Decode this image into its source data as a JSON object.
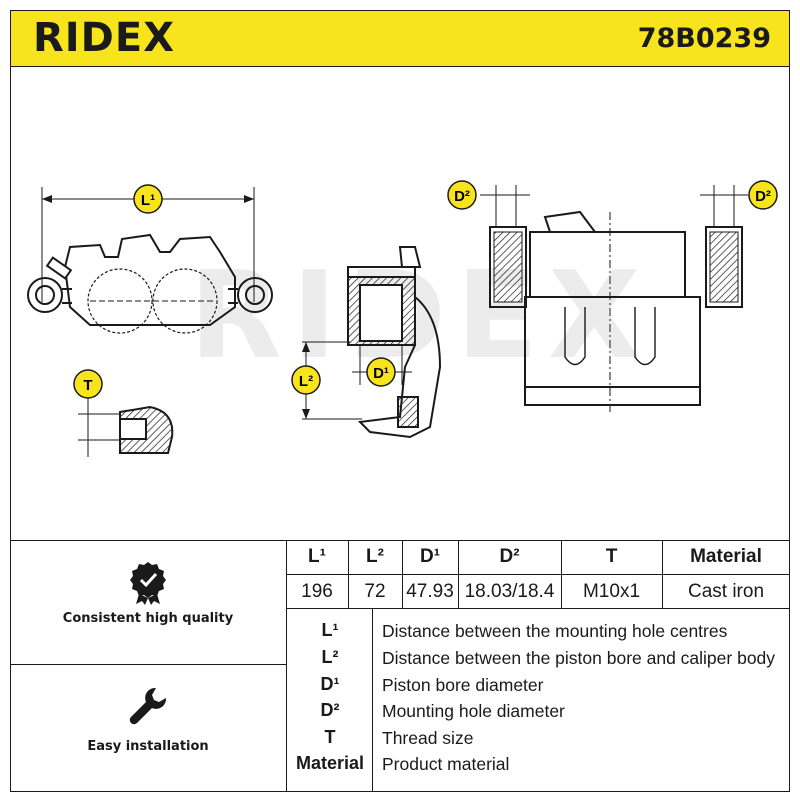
{
  "brand": {
    "name": "RIDEX",
    "part_number": "78B0239",
    "accent": "#f7e41c"
  },
  "diagram": {
    "label_L1": "L¹",
    "label_L2": "L²",
    "label_D1": "D¹",
    "label_D2_left": "D²",
    "label_D2_right": "D²",
    "label_T": "T",
    "watermark": "RIDEX"
  },
  "features": [
    {
      "icon": "quality-badge-icon",
      "label": "Consistent high quality"
    },
    {
      "icon": "wrench-icon",
      "label": "Easy installation"
    }
  ],
  "spec_table": {
    "headers": [
      "L¹",
      "L²",
      "D¹",
      "D²",
      "T",
      "Material"
    ],
    "values": [
      "196",
      "72",
      "47.93",
      "18.03/18.4",
      "M10x1",
      "Cast iron"
    ]
  },
  "legend": [
    {
      "code": "L¹",
      "desc": "Distance between the mounting hole centres"
    },
    {
      "code": "L²",
      "desc": "Distance between the piston bore and caliper body"
    },
    {
      "code": "D¹",
      "desc": "Piston bore diameter"
    },
    {
      "code": "D²",
      "desc": "Mounting hole diameter"
    },
    {
      "code": "T",
      "desc": "Thread size"
    },
    {
      "code": "Material",
      "desc": "Product material"
    }
  ]
}
